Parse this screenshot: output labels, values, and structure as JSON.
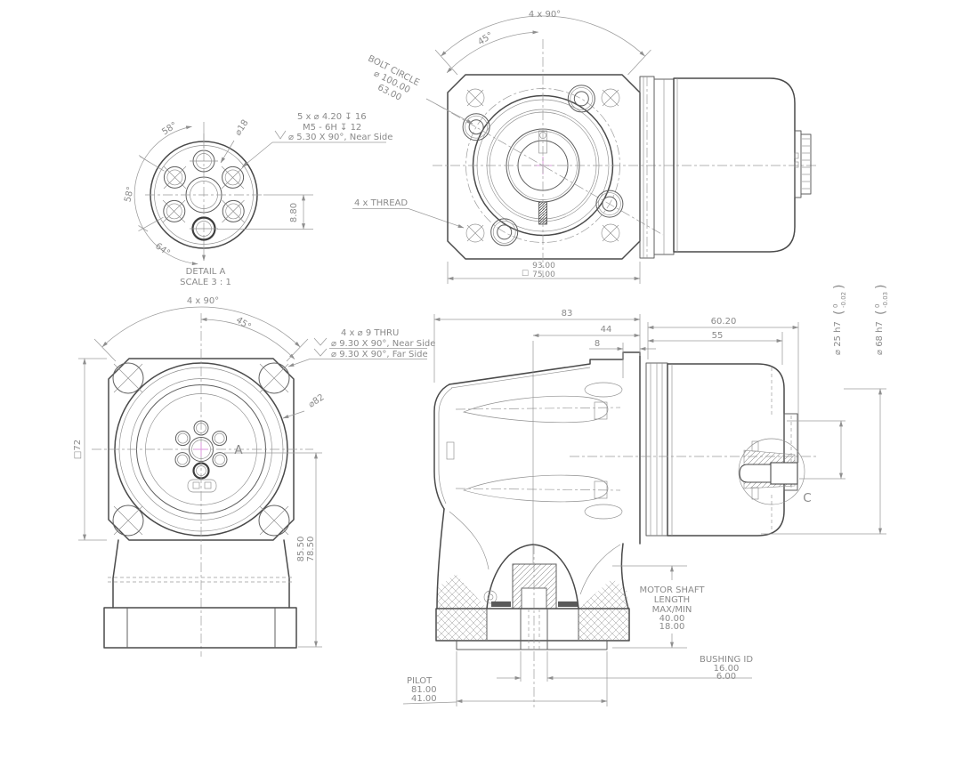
{
  "detail_a": {
    "angle_top": "58°",
    "angle_mid": "58°",
    "angle_bottom": "64°",
    "dia_label": "⌀18",
    "note1": "5 x ⌀ 4.20 ↧ 16",
    "note2": "M5 - 6H ↧ 12",
    "note3": "⌀ 5.30 X 90°, Near Side",
    "depth_dim": "8.80",
    "thread_note": "4 x THREAD",
    "title": "DETAIL A",
    "scale": "SCALE 3 : 1"
  },
  "front_view": {
    "angle_pattern": "4 x 90°",
    "angle_offset": "45°",
    "bolt_circle_title": "BOLT CIRCLE",
    "bolt_circle_dia1": "⌀ 100.00",
    "bolt_circle_dia2": "63.00",
    "square_symbol": "□",
    "width_outer": "93.00",
    "width_square": "75.00"
  },
  "mount_view": {
    "angle_pattern": "4 x 90°",
    "angle_offset": "45°",
    "note1": "4 x ⌀ 9 THRU",
    "note2": "⌀ 9.30 X 90°, Near Side",
    "note3": "⌀ 9.30 X 90°, Far Side",
    "dia_label": "⌀82",
    "square_width": "□72",
    "height_max": "85.50",
    "height_min": "78.50",
    "detail_ref": "A"
  },
  "section_view": {
    "dim_83": "83",
    "dim_44": "44",
    "dim_8": "8",
    "dim_6020": "60.20",
    "dim_55": "55",
    "shaft_dia": "⌀ 25 h7",
    "shaft_tol_upper": "0",
    "shaft_tol_lower": "-0.02",
    "motor_pilot_dia": "⌀ 68 h7",
    "pilot_tol_upper": "0",
    "pilot_tol_lower": "-0.03",
    "tol_open": "(",
    "tol_close": ")",
    "detail_ref": "C",
    "motor_shaft_note": [
      "MOTOR SHAFT",
      "LENGTH",
      "MAX/MIN",
      "40.00",
      "18.00"
    ],
    "bushing_note": [
      "BUSHING ID",
      "16.00",
      "6.00"
    ],
    "pilot_note": [
      "PILOT",
      "81.00",
      "41.00"
    ]
  }
}
